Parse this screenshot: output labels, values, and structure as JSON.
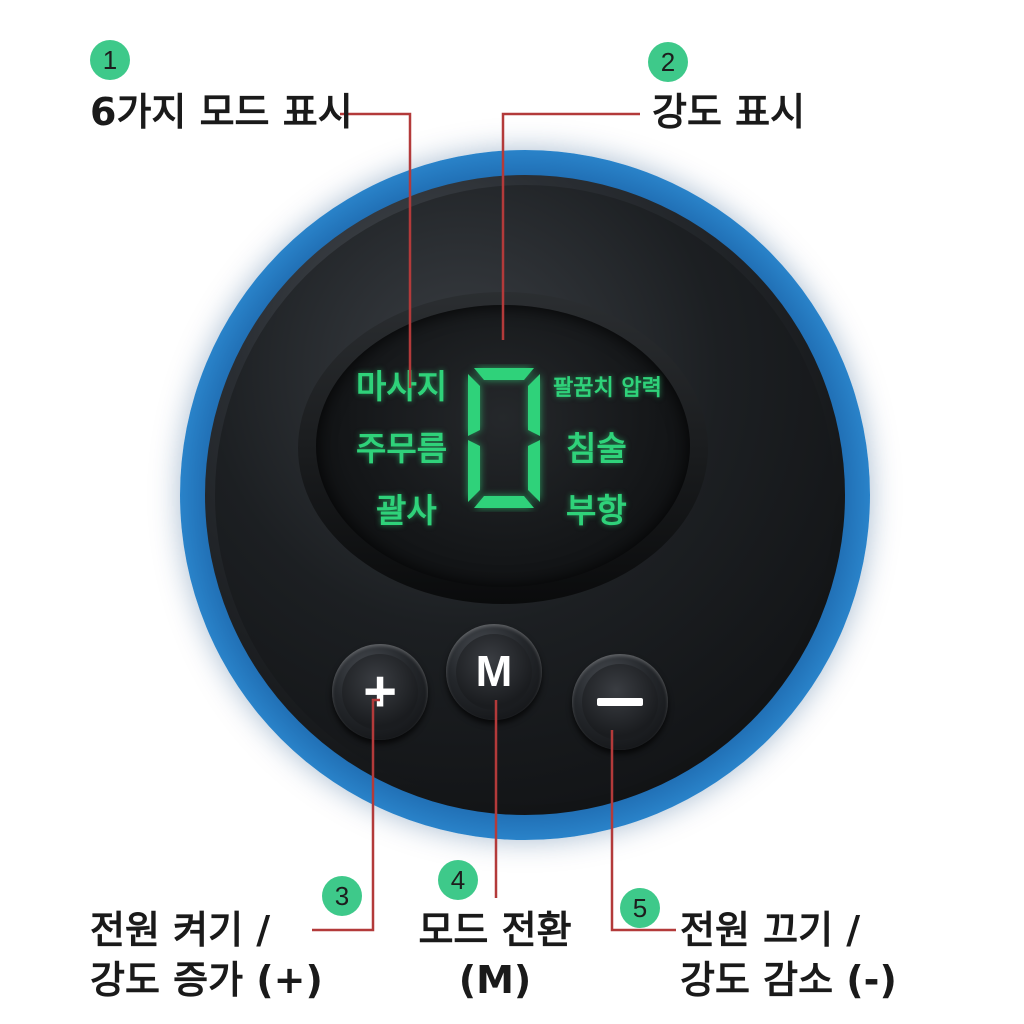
{
  "callouts": [
    {
      "number": "1",
      "label": "6가지 모드 표시"
    },
    {
      "number": "2",
      "label": "강도 표시"
    },
    {
      "number": "3",
      "label_line1": "전원 켜기 /",
      "label_line2": "강도 증가 (+)"
    },
    {
      "number": "4",
      "label_line1": "모드 전환",
      "label_line2": "(M)"
    },
    {
      "number": "5",
      "label_line1": "전원 끄기 /",
      "label_line2": "강도 감소 (-)"
    }
  ],
  "display": {
    "modes_left": [
      "마사지",
      "주무름",
      "괄사"
    ],
    "modes_right": [
      "팔꿈치 압력",
      "침술",
      "부항"
    ],
    "digit": "0"
  },
  "buttons": {
    "plus_label": "+",
    "mode_label": "M",
    "minus_label": "−"
  },
  "colors": {
    "lcd_green": "#2fd27a",
    "badge_green": "#3ec98a",
    "leader_red": "#b33a3a",
    "device_blue": "#2f8fd6"
  },
  "icons": {
    "plus_button": "plus-icon",
    "mode_button": "mode-letter-icon",
    "minus_button": "minus-icon"
  }
}
